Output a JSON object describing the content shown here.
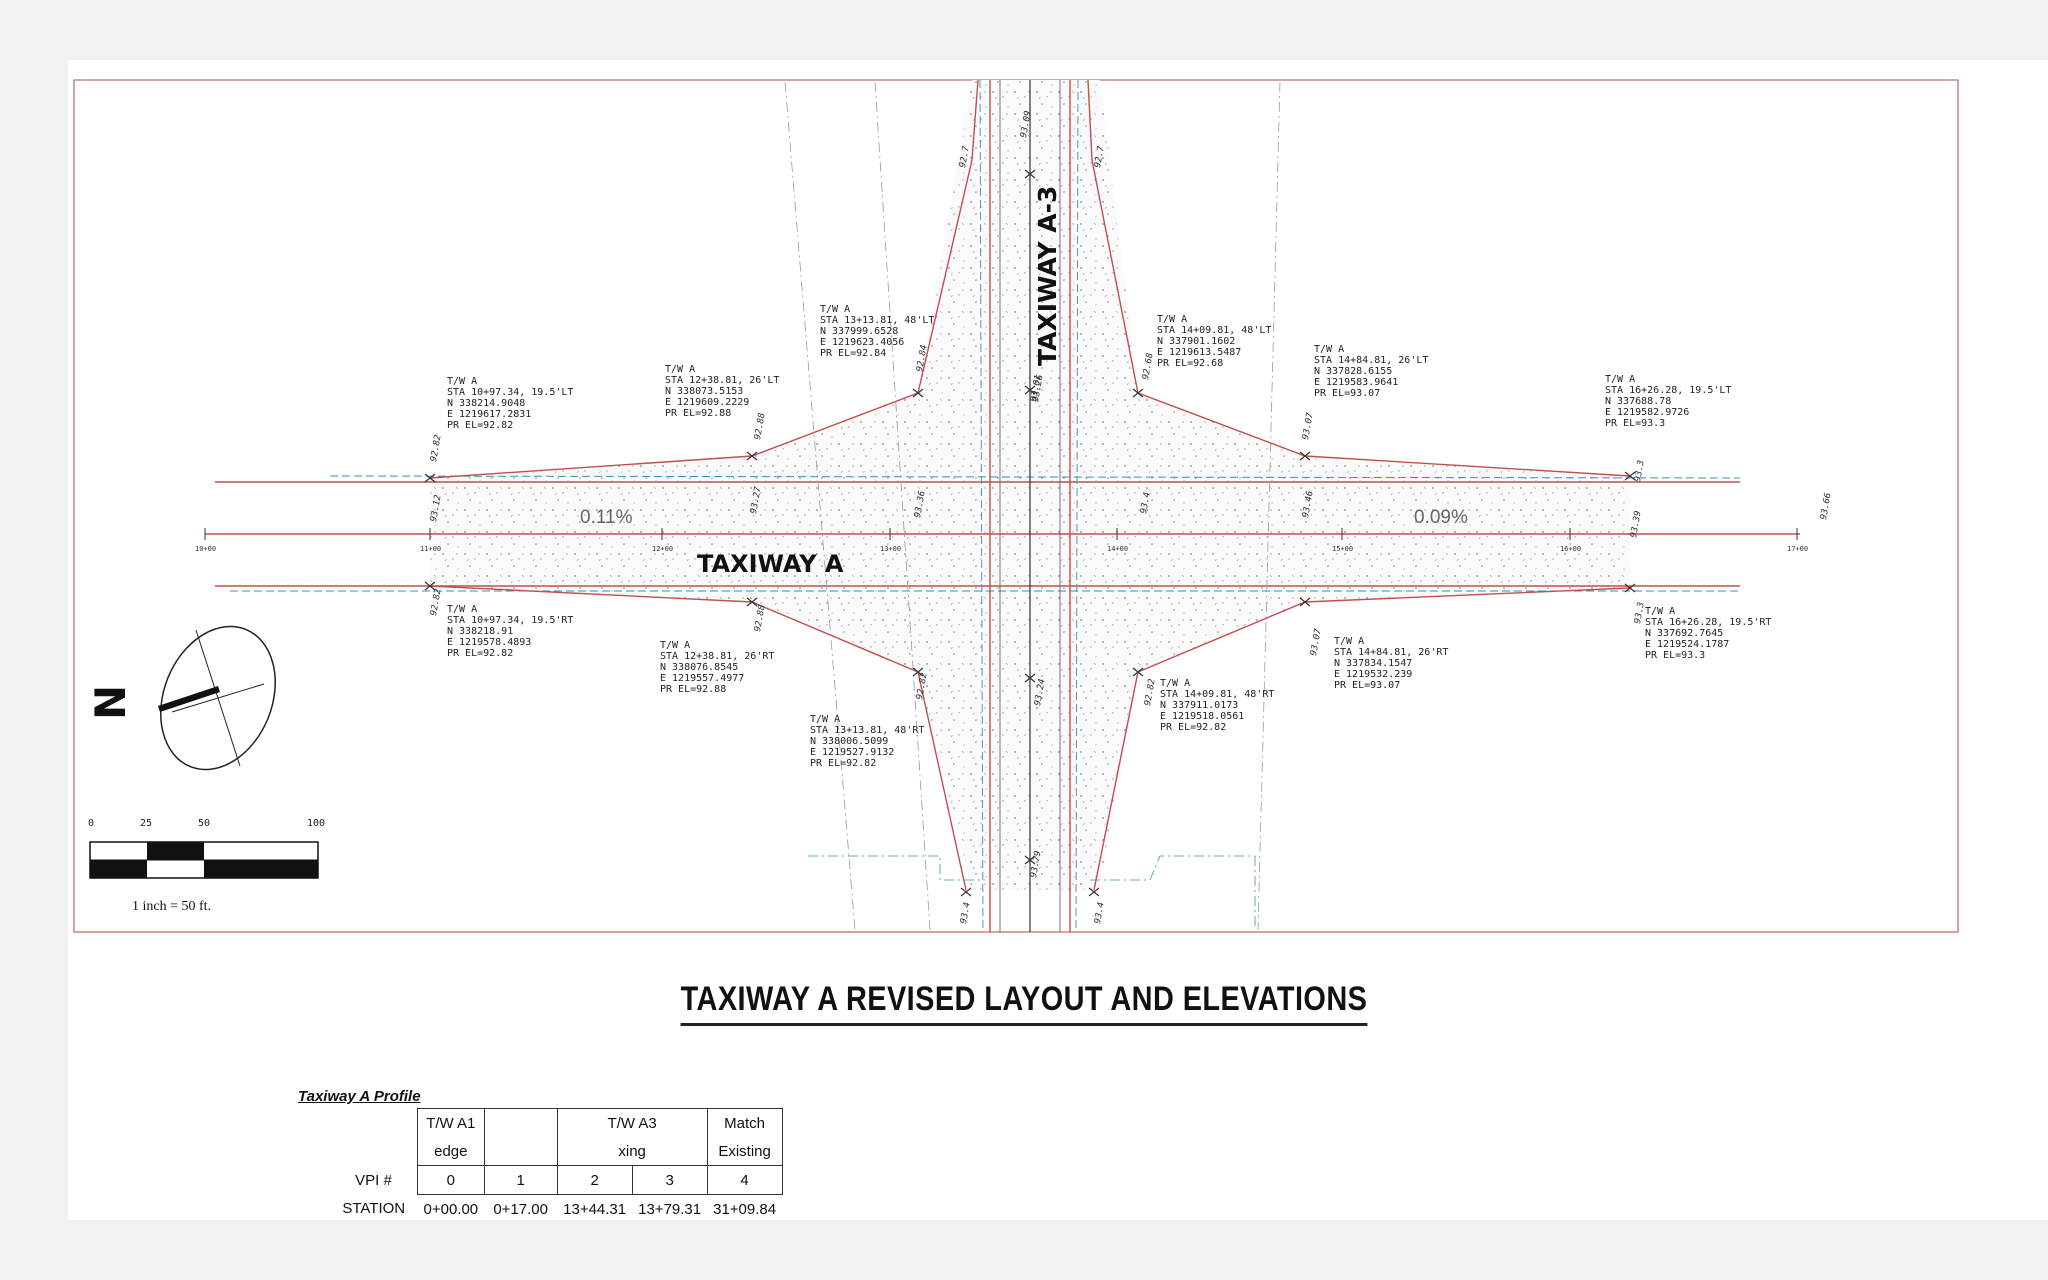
{
  "plan": {
    "taxiway_a_label": "TAXIWAY A",
    "taxiway_a3_label": "TAXIWAY A-3",
    "grade_left": "0.11%",
    "grade_right": "0.09%",
    "north_label": "N",
    "scale": {
      "ticks": [
        "0",
        "25",
        "50",
        "100"
      ],
      "caption": "1 inch = 50 ft."
    },
    "callouts": {
      "lt1": [
        "T/W A",
        "STA 10+97.34, 19.5'LT",
        "N 338214.9048",
        "E 1219617.2831",
        "PR EL=92.82"
      ],
      "lt2": [
        "T/W A",
        "STA 12+38.81, 26'LT",
        "N 338073.5153",
        "E 1219609.2229",
        "PR EL=92.88"
      ],
      "lt3": [
        "T/W A",
        "STA 13+13.81, 48'LT",
        "N 337999.6528",
        "E 1219623.4056",
        "PR EL=92.84"
      ],
      "lt4": [
        "T/W A",
        "STA 14+09.81, 48'LT",
        "N 337901.1602",
        "E 1219613.5487",
        "PR EL=92.68"
      ],
      "lt5": [
        "T/W A",
        "STA 14+84.81, 26'LT",
        "N 337828.6155",
        "E 1219583.9641",
        "PR EL=93.07"
      ],
      "lt6": [
        "T/W A",
        "STA 16+26.28, 19.5'LT",
        "N 337688.78",
        "E 1219582.9726",
        "PR EL=93.3"
      ],
      "rt1": [
        "T/W A",
        "STA 10+97.34, 19.5'RT",
        "N 338218.91",
        "E 1219578.4893",
        "PR EL=92.82"
      ],
      "rt2": [
        "T/W A",
        "STA 12+38.81, 26'RT",
        "N 338076.8545",
        "E 1219557.4977",
        "PR EL=92.88"
      ],
      "rt3": [
        "T/W A",
        "STA 13+13.81, 48'RT",
        "N 338006.5099",
        "E 1219527.9132",
        "PR EL=92.82"
      ],
      "rt4": [
        "T/W A",
        "STA 14+09.81, 48'RT",
        "N 337911.0173",
        "E 1219518.0561",
        "PR EL=92.82"
      ],
      "rt5": [
        "T/W A",
        "STA 14+84.81, 26'RT",
        "N 337834.1547",
        "E 1219532.239",
        "PR EL=93.07"
      ],
      "rt6": [
        "T/W A",
        "STA 16+26.28, 19.5'RT",
        "N 337692.7645",
        "E 1219524.1787",
        "PR EL=93.3"
      ]
    },
    "elevations": {
      "e1": "92.7",
      "e2": "92.7",
      "e3": "93.09",
      "e4": "93.26",
      "e5": "92.82",
      "e6": "92.88",
      "e7": "92.84",
      "e8": "92.68",
      "e9": "93.07",
      "e10": "93.3",
      "e11": "93.12",
      "e12": "93.27",
      "e13": "93.36",
      "e14": "93.4",
      "e15": "93.46",
      "e16": "93.39",
      "e17": "92.82",
      "e18": "92.88",
      "e19": "92.82",
      "e20": "92.82",
      "e21": "93.07",
      "e22": "93.3",
      "e23": "93.24",
      "e24": "93.4",
      "e25": "93.4",
      "e26": "93.79",
      "e27": "93.01",
      "e28": "93.66"
    },
    "stations": [
      "10+00",
      "11+00",
      "12+00",
      "13+00",
      "14+00",
      "15+00",
      "16+00",
      "17+00"
    ]
  },
  "title": "TAXIWAY A REVISED LAYOUT AND ELEVATIONS",
  "profile": {
    "label": "Taxiway A Profile",
    "headers": [
      {
        "line1": "T/W A1",
        "line2": "edge"
      },
      {
        "line1": "",
        "line2": ""
      },
      {
        "line1": "T/W A3",
        "line2": "xing"
      },
      {
        "line1": "Match",
        "line2": "Existing"
      }
    ],
    "vpi_label": "VPI #",
    "station_label": "STATION",
    "vpi": [
      "0",
      "1",
      "2",
      "3",
      "4"
    ],
    "stations": [
      "0+00.00",
      "0+17.00",
      "13+44.31",
      "13+79.31",
      "31+09.84"
    ]
  }
}
